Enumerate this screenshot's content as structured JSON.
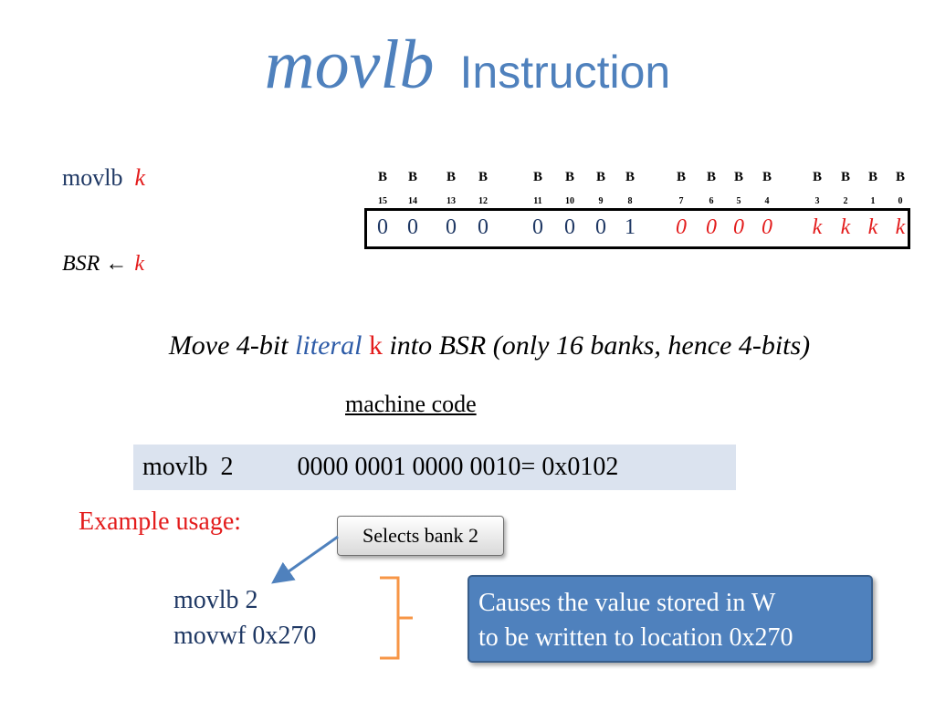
{
  "title": {
    "italic": "movlb",
    "rest": "Instruction"
  },
  "syntax": {
    "mnemonic": "movlb",
    "operand": "k"
  },
  "bsr": {
    "reg": "BSR",
    "arrow": "←",
    "operand": "k"
  },
  "encoding": {
    "bit_prefix": "B",
    "bits": [
      "15",
      "14",
      "13",
      "12",
      "11",
      "10",
      "9",
      "8",
      "7",
      "6",
      "5",
      "4",
      "3",
      "2",
      "1",
      "0"
    ],
    "values": [
      "0",
      "0",
      "0",
      "0",
      "0",
      "0",
      "0",
      "1",
      "0",
      "0",
      "0",
      "0",
      "k",
      "k",
      "k",
      "k"
    ]
  },
  "description": {
    "part1": "Move 4-bit ",
    "literal": "literal",
    "k": "k",
    "part2": " into BSR (only 16 banks, hence 4-bits)"
  },
  "machine_code": {
    "label": "machine code",
    "example": "movlb  2          0000 0001 0000 0010= 0x0102"
  },
  "example_usage": "Example usage:",
  "callout": "Selects bank 2",
  "code_lines": [
    "movlb 2",
    "movwf 0x270"
  ],
  "note": {
    "line1": "Causes the value stored in W",
    "line2": "to be written to location 0x270"
  },
  "colors": {
    "title": "#4f81bd",
    "red": "#e31c1c",
    "dark_blue": "#1f3864",
    "orange": "#f79646",
    "box_fill": "#dbe3ef"
  }
}
